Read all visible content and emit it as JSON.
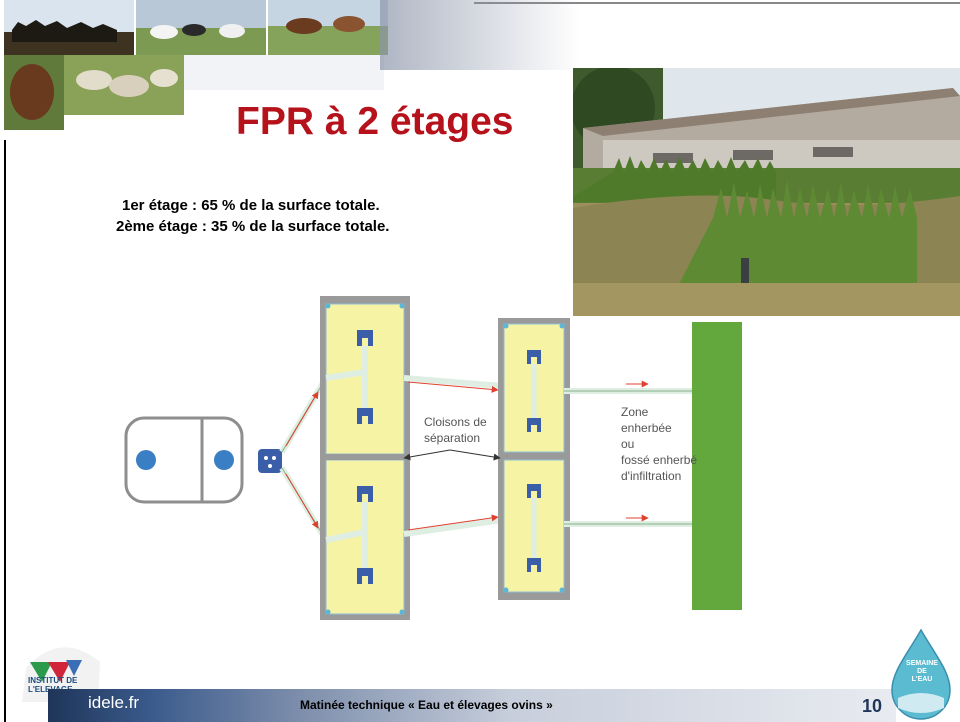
{
  "slide": {
    "title": "FPR à 2 étages",
    "notes": [
      "1er étage : 65 % de la surface totale.",
      "2ème étage : 35 % de la surface totale."
    ],
    "page_number": "10"
  },
  "diagram": {
    "labels": {
      "cloisons": [
        "Cloisons de",
        "séparation"
      ],
      "zone": [
        "Zone",
        "enherbée",
        "ou",
        "fossé enherbé",
        "d'infiltration"
      ]
    },
    "colors": {
      "filter_fill": "#f7f3a5",
      "wall": "#8e8e8e",
      "feed_block": "#3a5ea8",
      "pipe": "#e8f1ea",
      "grass_zone": "#63a83d",
      "arrow": "#e0412e"
    }
  },
  "footer": {
    "site": "idele.fr",
    "title": "Matinée technique « Eau et élevages ovins »"
  },
  "logos": {
    "left": {
      "icon": "institut-elevage-logo",
      "text": [
        "INSTITUT DE",
        "L'ELEVAGE"
      ]
    },
    "right": {
      "icon": "semaine-de-l-eau-logo",
      "text": [
        "SEMAINE",
        "DE",
        "L'EAU"
      ]
    }
  },
  "images": {
    "banner": "farm-animals-collage",
    "photo": "reed-bed-filter-photo"
  }
}
